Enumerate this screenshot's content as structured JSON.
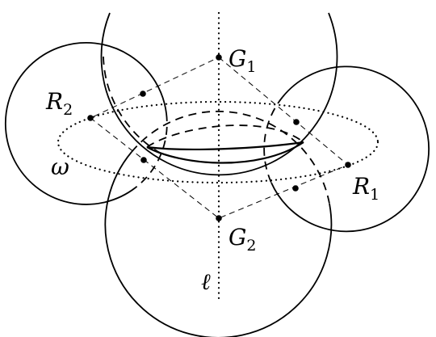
{
  "labels": {
    "G1": {
      "main": "G",
      "sub": "1"
    },
    "G2": {
      "main": "G",
      "sub": "2"
    },
    "R1": {
      "main": "R",
      "sub": "1"
    },
    "R2": {
      "main": "R",
      "sub": "2"
    },
    "omega": "ω",
    "ell": "ℓ"
  },
  "colors": {
    "ink": "#000000",
    "background": "#ffffff"
  }
}
